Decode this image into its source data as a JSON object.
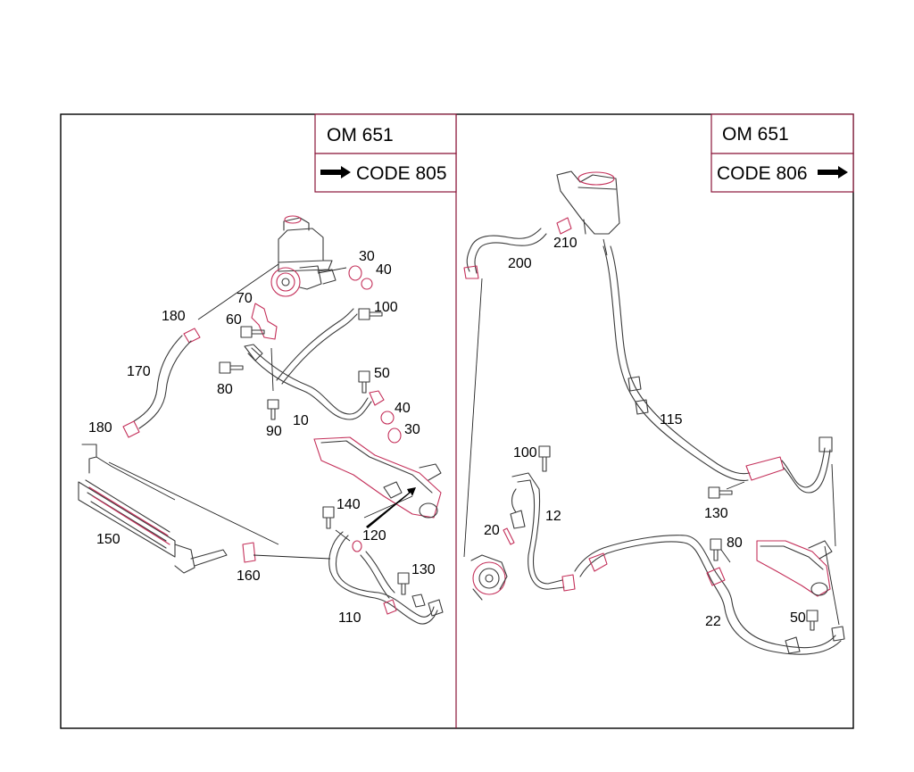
{
  "panels": {
    "left": {
      "engine_label": "OM 651",
      "code_label": "CODE 805",
      "callouts": {
        "c30a": "30",
        "c40a": "40",
        "c100": "100",
        "c70": "70",
        "c60": "60",
        "c180a": "180",
        "c170": "170",
        "c80": "80",
        "c90": "90",
        "c10": "10",
        "c50": "50",
        "c40b": "40",
        "c30b": "30",
        "c180b": "180",
        "c150": "150",
        "c140": "140",
        "c120": "120",
        "c160": "160",
        "c130": "130",
        "c110": "110"
      }
    },
    "right": {
      "engine_label": "OM 651",
      "code_label": "CODE 806",
      "callouts": {
        "c210": "210",
        "c200": "200",
        "c115": "115",
        "c100": "100",
        "c12": "12",
        "c20": "20",
        "c130": "130",
        "c80": "80",
        "c22": "22",
        "c50": "50"
      }
    }
  },
  "colors": {
    "accent": "#c4305a",
    "frame_border": "#8a1538"
  }
}
